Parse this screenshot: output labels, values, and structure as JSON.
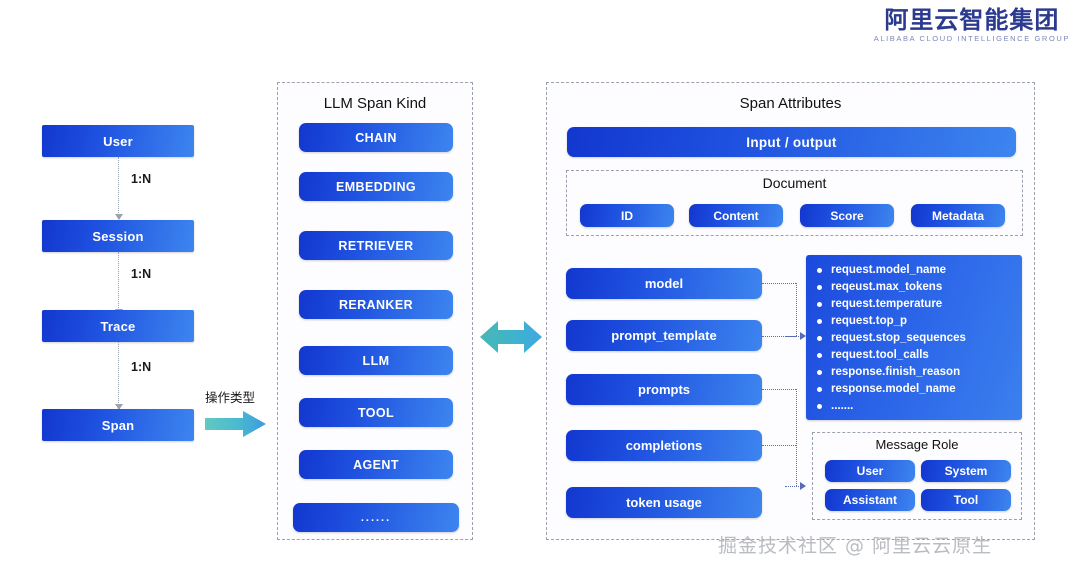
{
  "brand": {
    "logo_cn": "阿里云智能集团",
    "logo_en": "ALIBABA CLOUD INTELLIGENCE GROUP",
    "accent_blue": "#1f52e0",
    "accent_teal": "#45c0c0",
    "logo_color": "#2b3a8f"
  },
  "hierarchy": {
    "nodes": [
      {
        "label": "User"
      },
      {
        "label": "Session"
      },
      {
        "label": "Trace"
      },
      {
        "label": "Span"
      }
    ],
    "ratios": [
      "1:N",
      "1:N",
      "1:N"
    ],
    "transition_label": "操作类型"
  },
  "span_kind": {
    "title": "LLM Span Kind",
    "items": [
      {
        "label": "CHAIN"
      },
      {
        "label": "EMBEDDING"
      },
      {
        "label": "RETRIEVER"
      },
      {
        "label": "RERANKER"
      },
      {
        "label": "LLM"
      },
      {
        "label": "TOOL"
      },
      {
        "label": "AGENT"
      },
      {
        "label": "......"
      }
    ]
  },
  "span_attributes": {
    "title": "Span Attributes",
    "io_bar": "Input  /  output",
    "document": {
      "title": "Document",
      "items": [
        "ID",
        "Content",
        "Score",
        "Metadata"
      ]
    },
    "attributes": [
      {
        "label": "model"
      },
      {
        "label": "prompt_template"
      },
      {
        "label": "prompts"
      },
      {
        "label": "completions"
      },
      {
        "label": "token usage"
      }
    ],
    "attribute_list": [
      "request.model_name",
      "reqeust.max_tokens",
      "request.temperature",
      "request.top_p",
      "request.stop_sequences",
      "request.tool_calls",
      "response.finish_reason",
      "response.model_name",
      "......."
    ],
    "message_role": {
      "title": "Message Role",
      "items": [
        "User",
        "System",
        "Assistant",
        "Tool"
      ]
    }
  },
  "watermark": "掘金技术社区 @ 阿里云云原生"
}
